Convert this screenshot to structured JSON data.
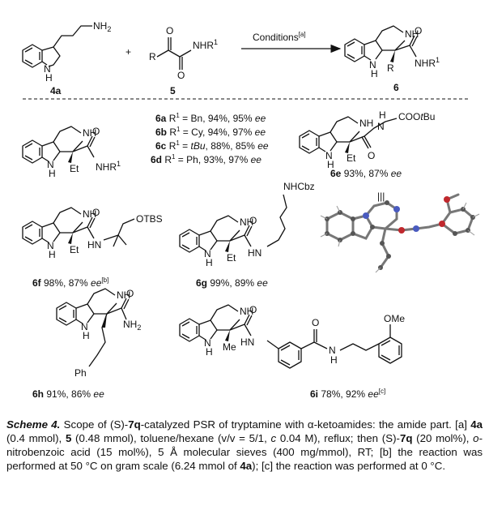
{
  "top": {
    "reactant_a": "4a",
    "reactant_b": "5",
    "product": "6",
    "plus": "+",
    "conditions": "Conditions",
    "conditions_note": "[a]"
  },
  "atoms": {
    "nh2": "NH2",
    "nh": "NH",
    "h": "H",
    "r": "R",
    "o": "O",
    "nhr1": "NHR",
    "sup1": "1",
    "et": "Et",
    "me": "Me",
    "nh2b": "NH",
    "sub2": "2",
    "otbs": "OTBS",
    "hn": "HN",
    "hn2": "H",
    "cooTbu": "COOtBu",
    "nhcbz": "NHCbz",
    "ome": "OMe",
    "ph": "Ph",
    "n": "N",
    "three_bars": "|||"
  },
  "entries": [
    {
      "id": "6a",
      "r": "Bn",
      "yield": "94%",
      "ee": "95%"
    },
    {
      "id": "6b",
      "r": "Cy",
      "yield": "94%",
      "ee": "97%"
    },
    {
      "id": "6c",
      "r": "tBu",
      "yield": "88%",
      "ee": "85%"
    },
    {
      "id": "6d",
      "r": "Ph",
      "yield": "93%",
      "ee": "97%"
    }
  ],
  "labels": {
    "e6": {
      "id": "6e",
      "text": "93%, 87% ee"
    },
    "f6": {
      "id": "6f",
      "text": "98%, 87% ee",
      "note": "[b]"
    },
    "g6": {
      "id": "6g",
      "text": "99%, 89% ee"
    },
    "h6": {
      "id": "6h",
      "text": "91%, 86% ee"
    },
    "i6": {
      "id": "6i",
      "text": "78%, 92% ee",
      "note": "[c]"
    }
  },
  "caption": {
    "title": "Scheme 4.",
    "part1": "Scope of (S)-",
    "cat": "7q",
    "part2": "-catalyzed PSR of tryptamine with α-ketoamides: the amide part. [a] ",
    "a4": "4a",
    "part3": " (0.4 mmol), ",
    "c5": "5",
    "part4": " (0.48 mmol), toluene/hexane (v/v = 5/1, ",
    "c_i": "c",
    "part5": " 0.04 M), reflux; then (S)-",
    "cat2": "7q",
    "part6": " (20 mol%), ",
    "o_i": "o",
    "part7": "-nitrobenzoic acid (15 mol%), 5 Å molecular sieves (400 mg/mmol), RT; [b] the reaction was performed at 50 °C on gram scale (6.24 mmol of ",
    "a4b": "4a",
    "part8": "); [c] the reaction was performed at 0 °C."
  }
}
